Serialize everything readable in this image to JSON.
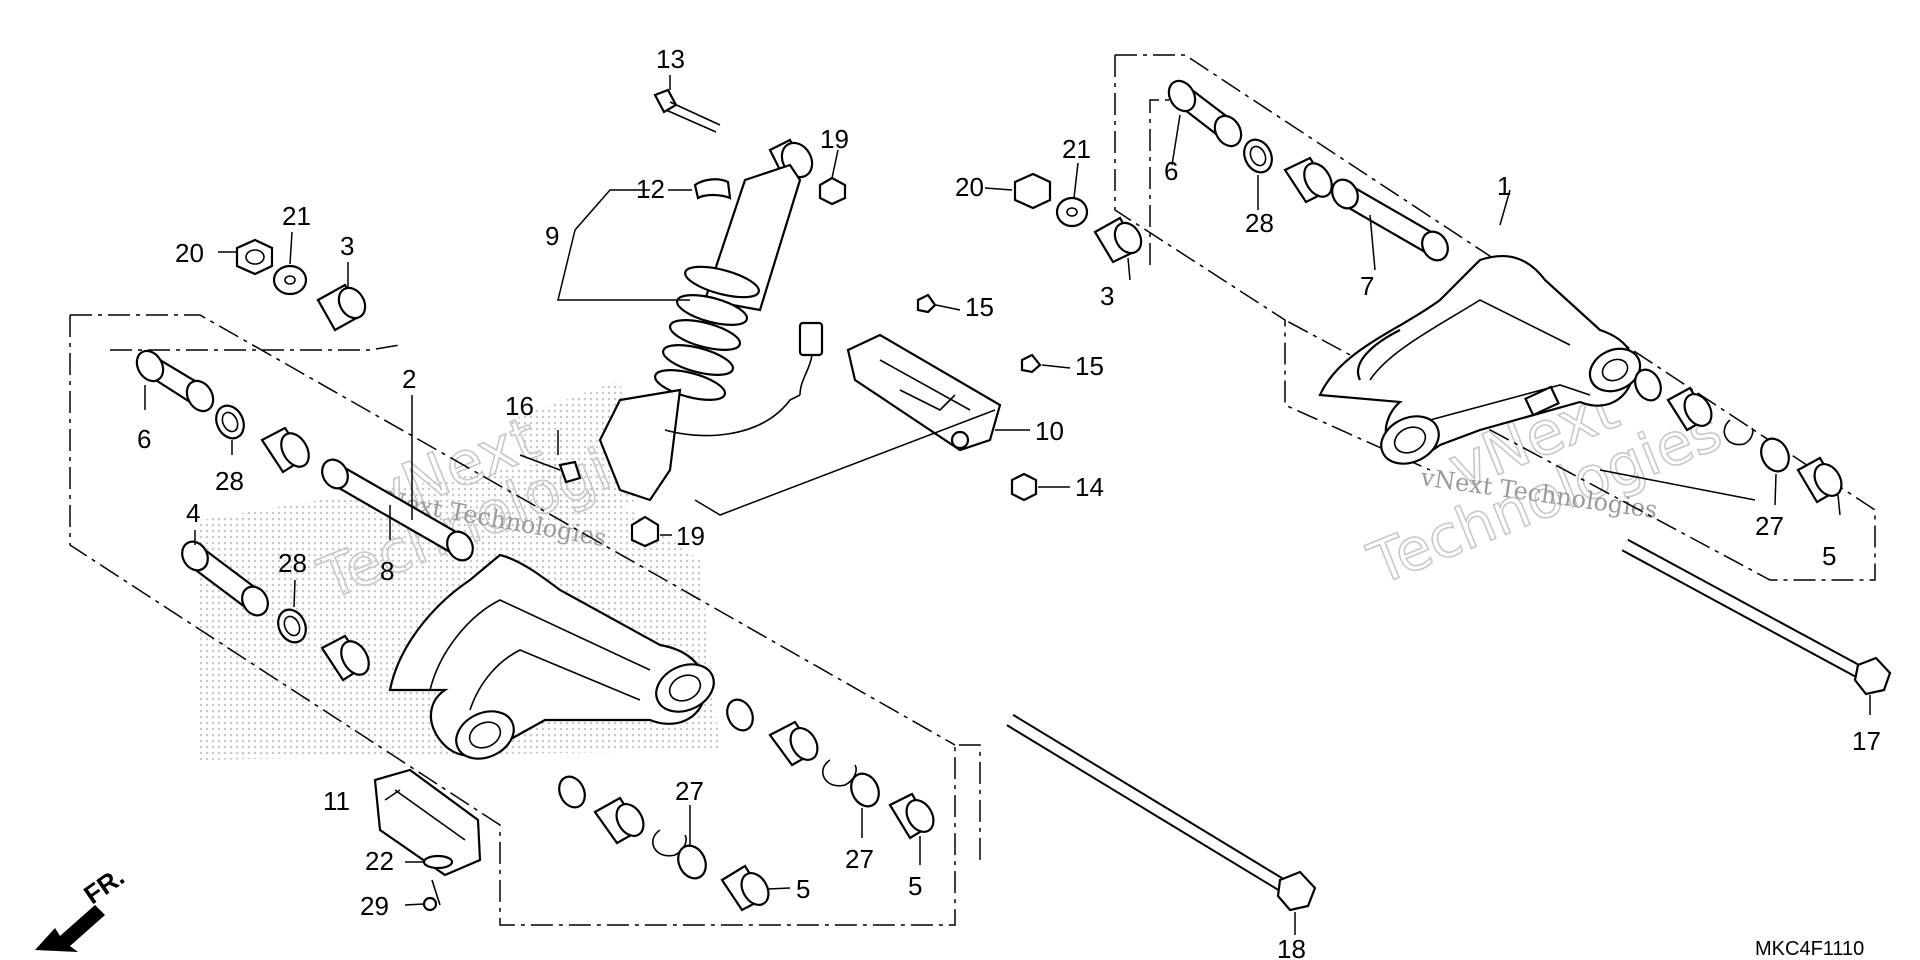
{
  "diagram": {
    "code": "MKC4F1110",
    "front_label": "FR.",
    "watermark": {
      "brand": "vNext",
      "company": "vNext Technologies",
      "word": "Technologies"
    },
    "callouts": {
      "c1": "1",
      "c2": "2",
      "c3a": "3",
      "c3b": "3",
      "c4": "4",
      "c5a": "5",
      "c5b": "5",
      "c5c": "5",
      "c6a": "6",
      "c6b": "6",
      "c7": "7",
      "c8": "8",
      "c9": "9",
      "c10": "10",
      "c11": "11",
      "c12": "12",
      "c13": "13",
      "c14": "14",
      "c15a": "15",
      "c15b": "15",
      "c16": "16",
      "c17": "17",
      "c18": "18",
      "c19a": "19",
      "c19b": "19",
      "c20a": "20",
      "c20b": "20",
      "c21a": "21",
      "c21b": "21",
      "c22": "22",
      "c27a": "27",
      "c27b": "27",
      "c27c": "27",
      "c28a": "28",
      "c28b": "28",
      "c28c": "28",
      "c29": "29"
    }
  }
}
